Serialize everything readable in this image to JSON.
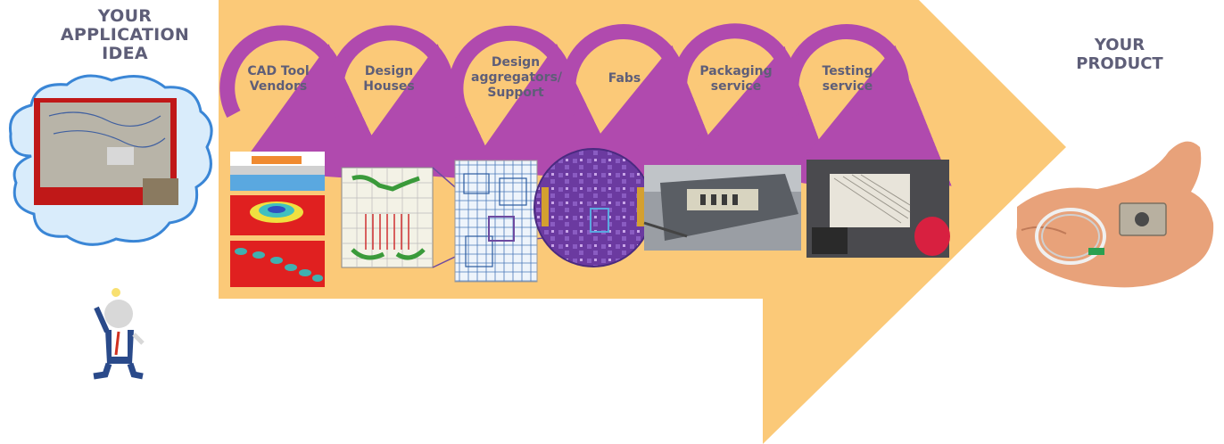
{
  "left_title": [
    "YOUR",
    "APPLICATION",
    "IDEA"
  ],
  "right_title": [
    "YOUR",
    "PRODUCT"
  ],
  "stages": [
    {
      "lines": [
        "CAD Tool",
        "Vendors"
      ]
    },
    {
      "lines": [
        "Design",
        "Houses"
      ]
    },
    {
      "lines": [
        "Design",
        "aggregators/",
        "Support"
      ]
    },
    {
      "lines": [
        "Fabs"
      ]
    },
    {
      "lines": [
        "Packaging",
        "service"
      ]
    },
    {
      "lines": [
        "Testing",
        "service"
      ]
    }
  ],
  "colors": {
    "arrow_fill": "#fbc978",
    "cycle_arrow": "#b04aae",
    "title_text": "#5e5e78",
    "wafer": "#6b3aa0",
    "cloud_fill": "#d9ecfb",
    "cloud_stroke": "#3a86d6"
  },
  "images": [
    {
      "name": "simulation-plots-image"
    },
    {
      "name": "circuit-layout-image"
    },
    {
      "name": "chip-layout-image"
    },
    {
      "name": "wafer-image"
    },
    {
      "name": "packaged-module-image"
    },
    {
      "name": "testing-setup-image"
    },
    {
      "name": "product-in-hand-image"
    },
    {
      "name": "prototype-setup-image"
    },
    {
      "name": "idea-figure-image"
    }
  ]
}
